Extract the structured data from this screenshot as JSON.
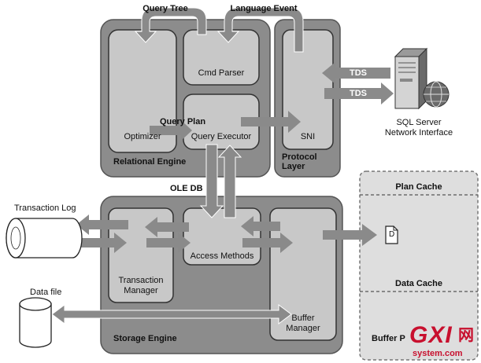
{
  "relational_engine": {
    "title": "Relational Engine",
    "optimizer": "Optimizer",
    "cmd_parser": "Cmd Parser",
    "query_executor": "Query Executor",
    "query_tree": "Query Tree",
    "language_event": "Language Event",
    "query_plan": "Query Plan"
  },
  "protocol_layer": {
    "title_line1": "Protocol",
    "title_line2": "Layer",
    "sni": "SNI",
    "tds_in": "TDS",
    "tds_out": "TDS"
  },
  "server": {
    "label_line1": "SQL Server",
    "label_line2": "Network Interface"
  },
  "ole_db": "OLE DB",
  "storage_engine": {
    "title": "Storage Engine",
    "transaction_manager_line1": "Transaction",
    "transaction_manager_line2": "Manager",
    "access_methods": "Access Methods",
    "buffer_manager_line1": "Buffer",
    "buffer_manager_line2": "Manager"
  },
  "transaction_log": "Transaction Log",
  "data_file": "Data file",
  "buffer_pool": {
    "title": "Buffer P",
    "plan_cache": "Plan Cache",
    "data_cache": "Data Cache",
    "page_marker": "D"
  },
  "watermark": {
    "brand": "GXI",
    "cn": "网",
    "domain": "system.com"
  },
  "colors": {
    "panel": "#8c8c8c",
    "box": "#c8c8c8",
    "arrow": "#8a8a8a",
    "buffer_pool": "#dedede",
    "watermark": "#c8102e"
  }
}
